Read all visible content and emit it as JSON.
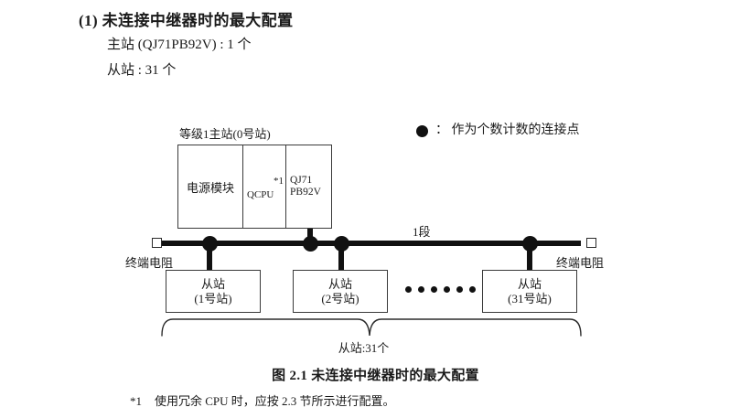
{
  "heading": {
    "title": "(1) 未连接中继器时的最大配置",
    "line1": "主站 (QJ71PB92V) : 1 个",
    "line2": "从站 : 31 个"
  },
  "legend": {
    "symbol": "filled-circle",
    "text": "： 作为个数计数的连接点"
  },
  "diagram": {
    "master_label": "等级1主站(0号站)",
    "module": {
      "power_cell": "电源模块",
      "cpu_cell": "QCPU",
      "cpu_note": "*1",
      "net_cell_line1": "QJ71",
      "net_cell_line2": "PB92V"
    },
    "segment_label": "1段",
    "terminator_left": "终端电阻",
    "terminator_right": "终端电阻",
    "slaves": [
      {
        "line1": "从站",
        "line2": "(1号站)"
      },
      {
        "line1": "从站",
        "line2": "(2号站)"
      },
      {
        "line1": "从站",
        "line2": "(31号站)"
      }
    ],
    "ellipsis_count": 6,
    "brace_label": "从站:31个"
  },
  "caption": "图 2.1  未连接中继器时的最大配置",
  "footnote": {
    "mark": "*1",
    "text": "使用冗余 CPU 时，应按 2.3 节所示进行配置。"
  },
  "colors": {
    "ink": "#1a1a1a",
    "line": "#111111",
    "box_border": "#3a3a3a",
    "background": "#ffffff"
  }
}
